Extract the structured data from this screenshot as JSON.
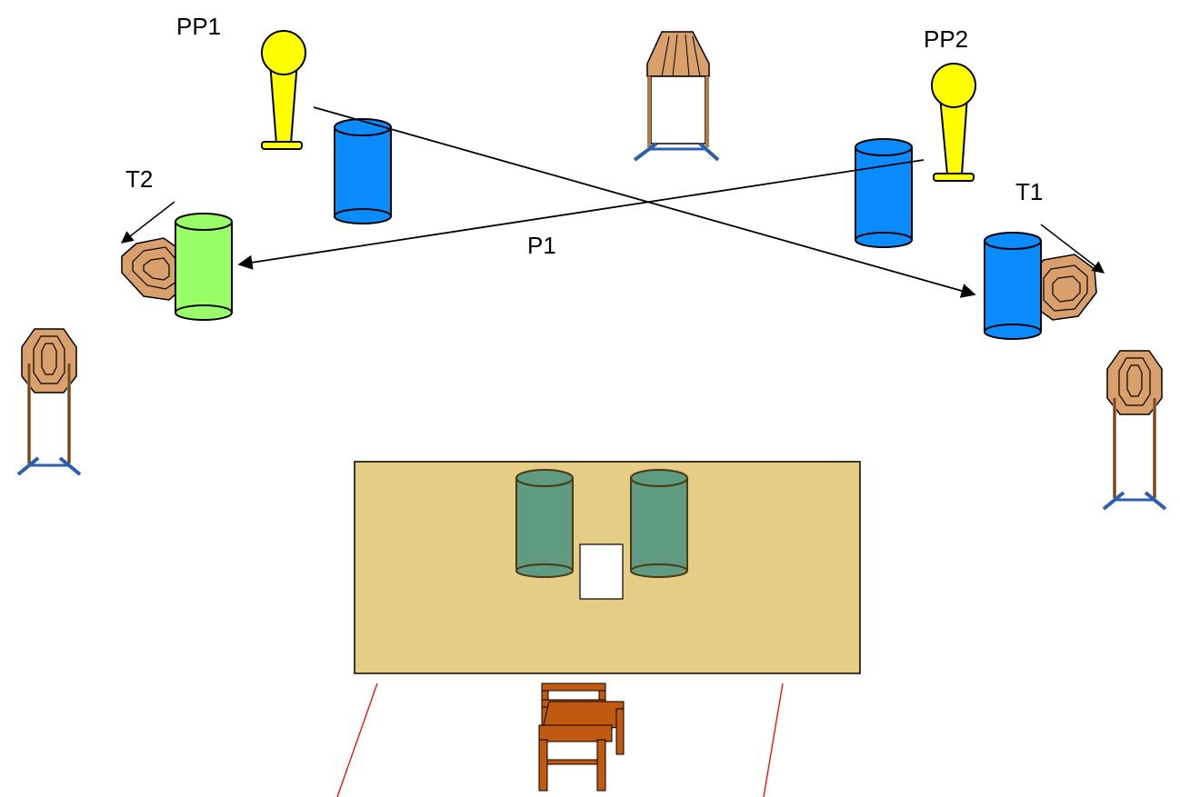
{
  "labels": {
    "pp1": "PP1",
    "pp2": "PP2",
    "t1": "T1",
    "t2": "T2",
    "p1": "P1"
  },
  "colors": {
    "barrel_blue": "#0a8cff",
    "barrel_green": "#99ff66",
    "barrel_table": "#5f9a82",
    "table": "#e5cd86",
    "popper": "#ffff00",
    "target": "#d9a06b",
    "stand_blue": "#2b5fad",
    "chair": "#c05a10",
    "fault_line": "#ff0000"
  },
  "icons": [
    "popper-icon",
    "barrel-icon",
    "ipsc-target-icon",
    "target-stand-icon",
    "chair-icon"
  ]
}
